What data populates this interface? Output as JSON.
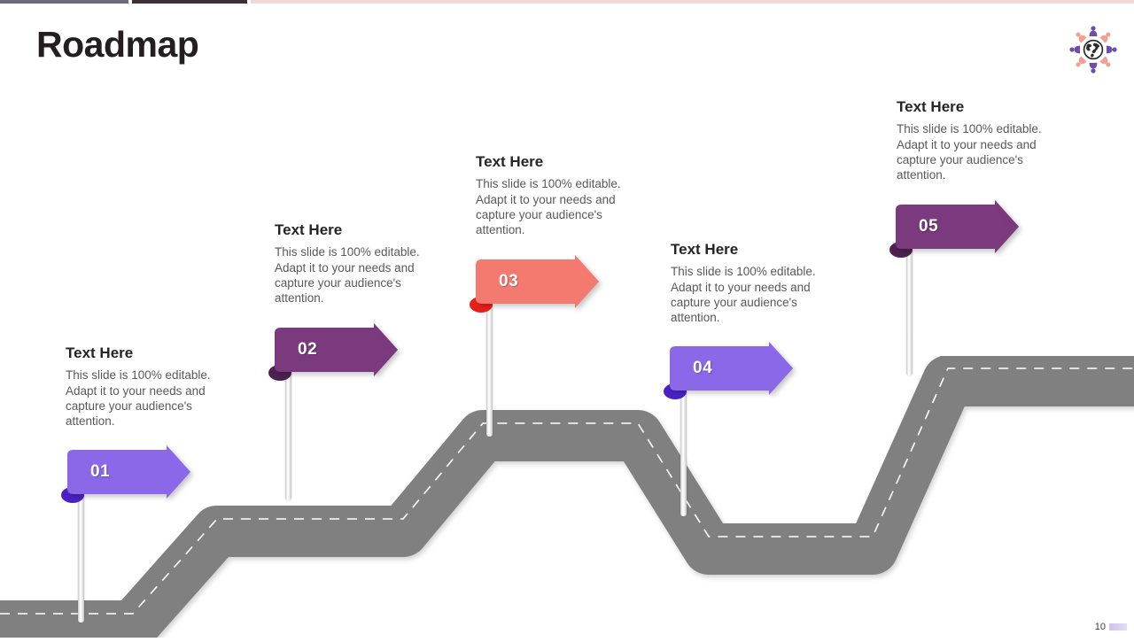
{
  "slide": {
    "title": "Roadmap",
    "page_number": "10",
    "accent_colors": {
      "bar_left": "#6f6878",
      "bar_mid": "#3b3038",
      "bar_right": "#f0d9d7",
      "road": "#808080",
      "road_line": "#ffffff",
      "purple_light": "#8a68e8",
      "purple_dark": "#7a3a7d",
      "salmon": "#f4796f"
    },
    "brand_icon": "global-community-globe-icon"
  },
  "milestones": [
    {
      "number": "01",
      "title": "Text Here",
      "body": "This slide is 100% editable. Adapt it to your needs and capture your audience's attention.",
      "color": "#8a68e8",
      "fold_color": "#4b21c6"
    },
    {
      "number": "02",
      "title": "Text Here",
      "body": "This slide is 100% editable. Adapt it to your needs and capture your audience's attention.",
      "color": "#7a3a7d",
      "fold_color": "#4e2152"
    },
    {
      "number": "03",
      "title": "Text Here",
      "body": "This slide is 100% editable. Adapt it to your needs and capture your audience's attention.",
      "color": "#f4796f",
      "fold_color": "#e8201a"
    },
    {
      "number": "04",
      "title": "Text Here",
      "body": "This slide is 100% editable. Adapt it to your needs and capture your audience's attention.",
      "color": "#8a68e8",
      "fold_color": "#4b21c6"
    },
    {
      "number": "05",
      "title": "Text Here",
      "body": "This slide is 100% editable. Adapt it to your needs and capture your audience's attention.",
      "color": "#7a3a7d",
      "fold_color": "#4e2152"
    }
  ]
}
